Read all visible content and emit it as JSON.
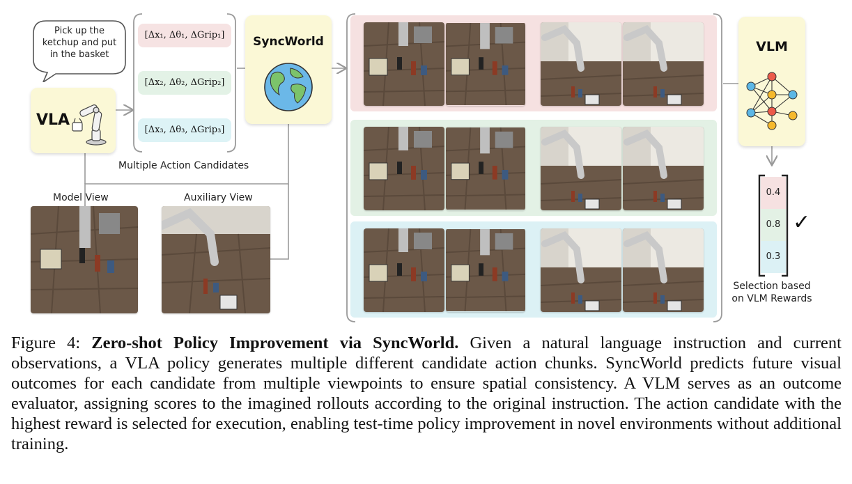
{
  "instruction": "Pick up the ketchup and put in the basket",
  "vla_label": "VLA",
  "syncworld_label": "SyncWorld",
  "vlm_label": "VLM",
  "actions": [
    {
      "text": "[Δx₁, Δθ₁, ΔGrip₁]",
      "color": "#f6e3e3"
    },
    {
      "text": "[Δx₂, Δθ₂, ΔGrip₂]",
      "color": "#e3f2e6"
    },
    {
      "text": "[Δx₃, Δθ₃, ΔGrip₃]",
      "color": "#ddf3f6"
    }
  ],
  "candidates_label": "Multiple Action Candidates",
  "model_view_label": "Model View",
  "auxiliary_view_label": "Auxiliary View",
  "rewards": [
    "0.4",
    "0.8",
    "0.3"
  ],
  "selected_mark": "✓",
  "selection_label_1": "Selection based",
  "selection_label_2": "on VLM Rewards",
  "caption": {
    "label": "Figure 4: ",
    "title": "Zero-shot Policy Improvement via SyncWorld.",
    "body": " Given a natural language instruction and current observations, a VLA policy generates multiple different candidate action chunks. SyncWorld predicts future visual outcomes for each candidate from multiple viewpoints to ensure spatial consistency. A VLM serves as an outcome evaluator, assigning scores to the imagined rollouts according to the original instruction. The action candidate with the highest reward is selected for execution, enabling test-time policy improvement in novel environments without additional training."
  }
}
